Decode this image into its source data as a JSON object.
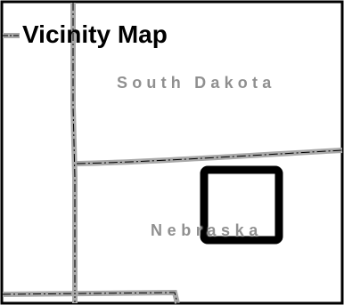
{
  "map": {
    "title": "Vicinity Map",
    "states": {
      "north_label": "South Dakota",
      "south_label": "Nebraska"
    },
    "colors": {
      "background": "#ffffff",
      "frame": "#000000",
      "road": "#a9a9a9",
      "boundary_dash": "#000000",
      "state_label": "#909090",
      "highlight_box": "#000000"
    },
    "features": [
      "state-boundary-line",
      "north-south-road",
      "east-west-road",
      "study-area-box"
    ]
  }
}
